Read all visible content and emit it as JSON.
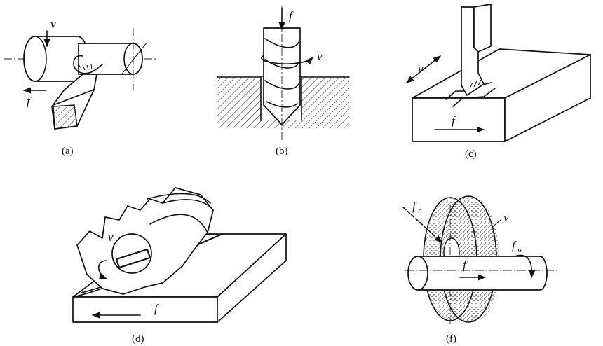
{
  "panels": {
    "a": {
      "caption": "(a)",
      "v": "v",
      "f": "f"
    },
    "b": {
      "caption": "(b)",
      "v": "v",
      "f": "f"
    },
    "c": {
      "caption": "(c)",
      "v": "v",
      "f": "f"
    },
    "d": {
      "caption": "(d)",
      "v": "v",
      "f": "f"
    },
    "f": {
      "caption": "(f)",
      "v": "v",
      "f": "f",
      "fr": "f",
      "fr_sub": "r",
      "fw": "f",
      "fw_sub": "w"
    }
  }
}
